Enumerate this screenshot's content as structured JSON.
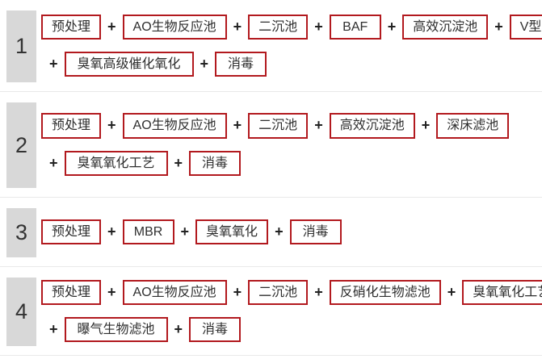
{
  "diagram": {
    "plus": "+",
    "colors": {
      "box_border": "#b2191e",
      "box_text": "#2e2e2e",
      "number_background": "#d8d8d8",
      "number_text": "#333333",
      "divider": "#e9e9e9",
      "background": "#ffffff"
    },
    "rows": [
      {
        "number": "1",
        "lines": [
          {
            "boxes": [
              "预处理",
              "AO生物反应池",
              "二沉池",
              "BAF",
              "高效沉淀池",
              "V型滤池"
            ]
          },
          {
            "boxes": [
              "臭氧高级催化氧化",
              "消毒"
            ]
          }
        ]
      },
      {
        "number": "2",
        "lines": [
          {
            "boxes": [
              "预处理",
              "AO生物反应池",
              "二沉池",
              "高效沉淀池",
              "深床滤池"
            ]
          },
          {
            "boxes": [
              "臭氧氧化工艺",
              "消毒"
            ]
          }
        ]
      },
      {
        "number": "3",
        "lines": [
          {
            "boxes": [
              "预处理",
              "MBR",
              "臭氧氧化",
              "消毒"
            ]
          }
        ]
      },
      {
        "number": "4",
        "lines": [
          {
            "boxes": [
              "预处理",
              "AO生物反应池",
              "二沉池",
              "反硝化生物滤池",
              "臭氧氧化工艺"
            ]
          },
          {
            "boxes": [
              "曝气生物滤池",
              "消毒"
            ]
          }
        ]
      }
    ]
  }
}
